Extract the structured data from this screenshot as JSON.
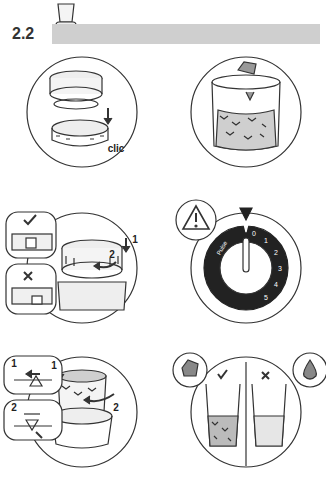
{
  "diagram": {
    "nodes": [
      {
        "text": [
          "2.2"
        ]
      }
    ],
    "edges": [],
    "labels": [
      "clic",
      "1",
      "2",
      "Pulse",
      "0",
      "1",
      "2",
      "3",
      "4",
      "5",
      "1",
      "2",
      "1",
      "2"
    ]
  }
}
